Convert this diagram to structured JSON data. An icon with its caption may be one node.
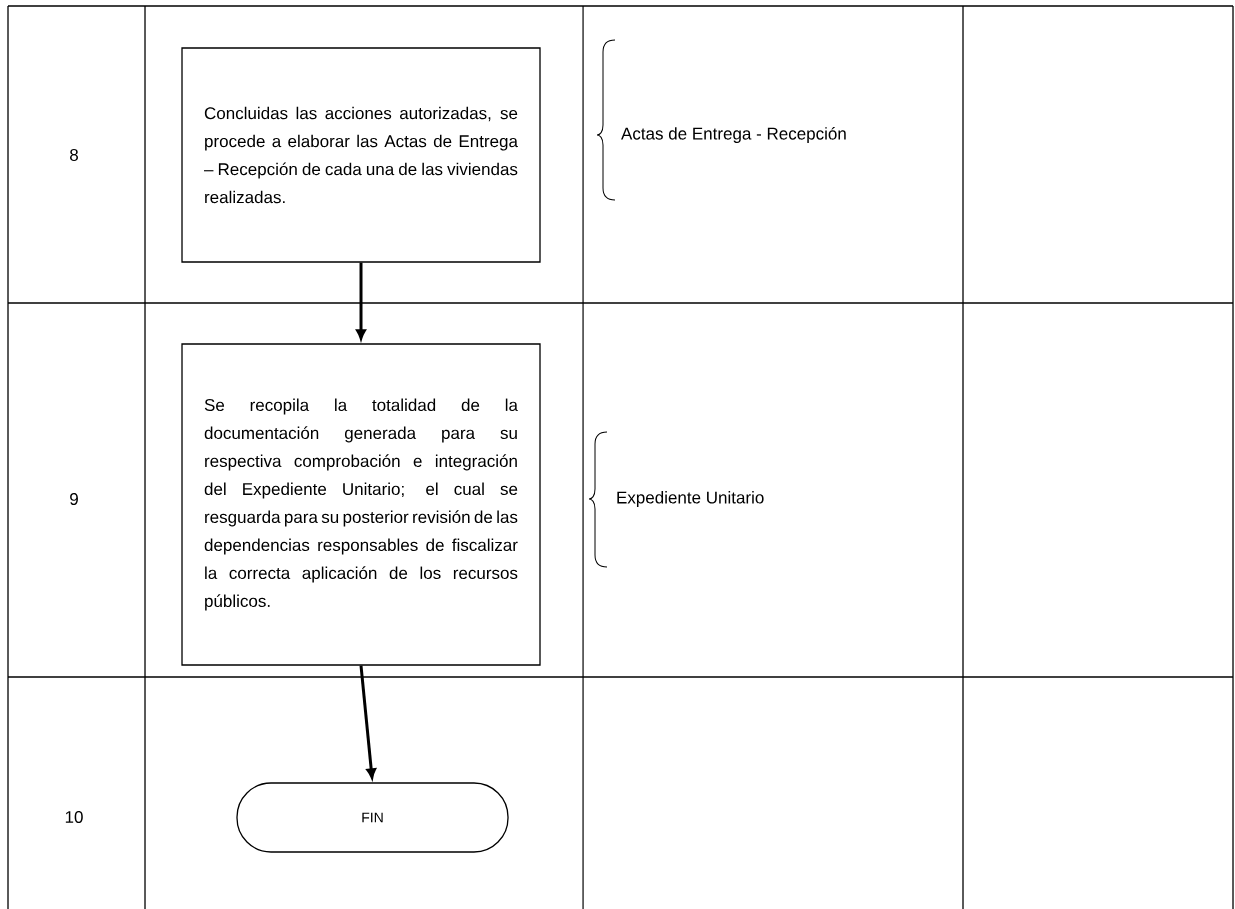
{
  "diagram": {
    "nodes": [
      {
        "text": [
          "Concluidas las acciones autorizadas, se procede a elaborar las Actas de Entrega – Recepción de cada una de las viviendas realizadas."
        ]
      },
      {
        "text": [
          "Se recopila la totalidad de la documentación generada para su respectiva comprobación e integración del Expediente Unitario; el cual se resguarda para su posterior revisión de las dependencias responsables de fiscalizar la correcta aplicación de los recursos públicos."
        ]
      },
      {
        "text": [
          "FIN"
        ]
      }
    ],
    "edges": [
      {
        "from": 0,
        "to": 1,
        "arrow": "to"
      },
      {
        "from": 1,
        "to": 2,
        "arrow": "to"
      }
    ],
    "labels": [
      "8",
      "Actas de Entrega - Recepción",
      "9",
      "Expediente Unitario",
      "10"
    ]
  }
}
